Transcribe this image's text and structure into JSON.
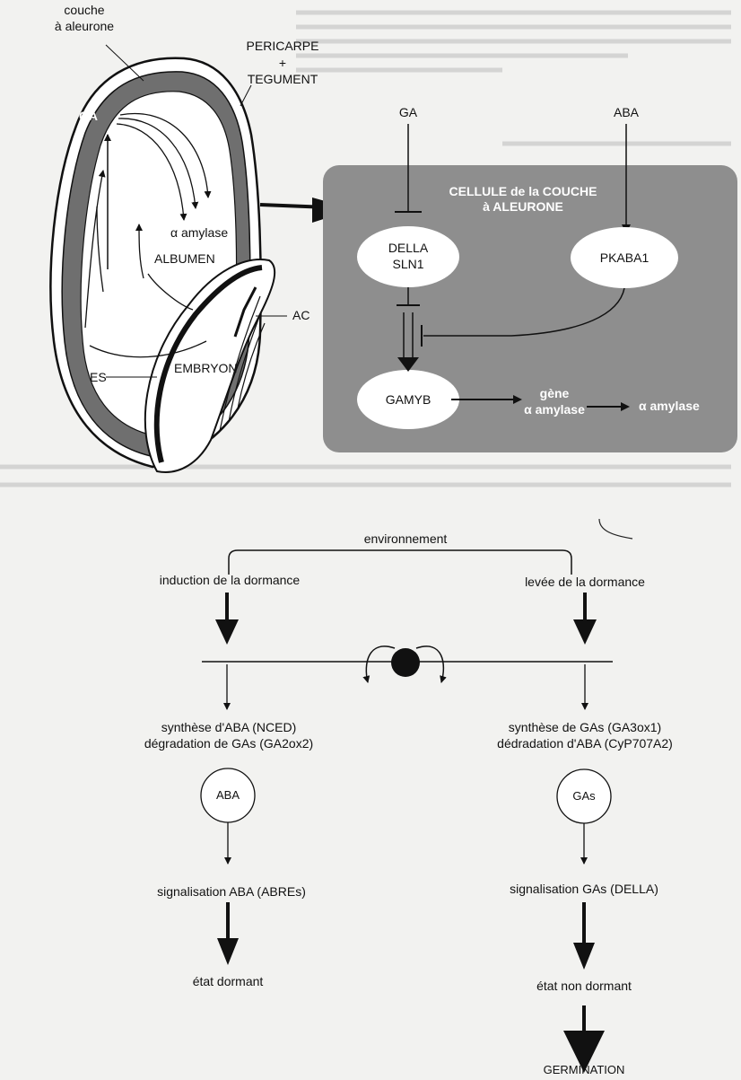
{
  "seed": {
    "couche": "couche",
    "aleurone": "à aleurone",
    "pericarpe": "PERICARPE",
    "plus": "+",
    "tegument": "TEGUMENT",
    "ga": "GA",
    "amylase": "α amylase",
    "albumen": "ALBUMEN",
    "ac": "AC",
    "es": "ES",
    "embryon": "EMBRYON"
  },
  "cell": {
    "ga": "GA",
    "aba": "ABA",
    "title_line1": "CELLULE de la COUCHE",
    "title_line2": "à ALEURONE",
    "della_line1": "DELLA",
    "della_line2": "SLN1",
    "pkaba": "PKABA1",
    "gamyb": "GAMYB",
    "gene_line1": "gène",
    "gene_line2": "α amylase",
    "amylase": "α amylase"
  },
  "dormancy": {
    "environnement": "environnement",
    "induction": "induction de la dormance",
    "levee": "levée de la dormance",
    "left_synth_1": "synthèse d'ABA (NCED)",
    "left_synth_2": "dégradation de GAs (GA2ox2)",
    "right_synth_1": "synthèse de GAs (GA3ox1)",
    "right_synth_2": "dédradation d'ABA (CyP707A2)",
    "aba_circle": "ABA",
    "gas_circle": "GAs",
    "left_signal": "signalisation ABA (ABREs)",
    "right_signal": "signalisation GAs (DELLA)",
    "left_state": "état dormant",
    "right_state": "état non dormant",
    "germination": "GERMINATION"
  },
  "colors": {
    "cell_bg": "#8e8e8e",
    "aleurone_layer": "#6f6f6f",
    "ellipse": "#ffffff",
    "ink": "#111111"
  }
}
